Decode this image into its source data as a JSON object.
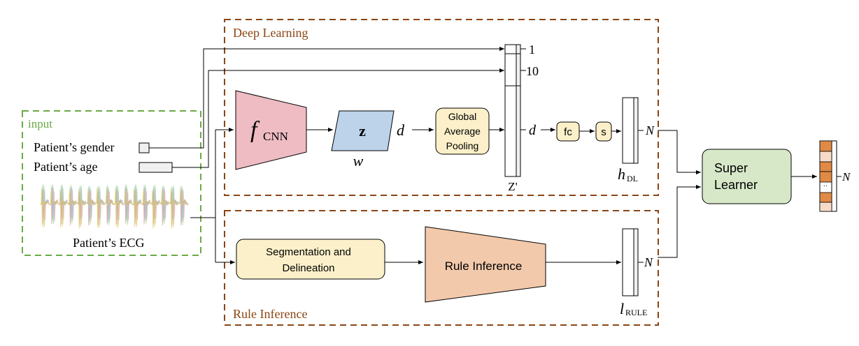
{
  "colors": {
    "frame_brown": "#8b4513",
    "frame_title": "#8b4513",
    "input_green": "#6aaa45",
    "cnn_pink": "#efbcc3",
    "z_blue": "#bcd3ea",
    "pool_yellow": "#fbf0c9",
    "rule_orange": "#f2c9ab",
    "super_green": "#d7e8c8",
    "out_orange": "#e08a45",
    "out_light": "#f7dbc8"
  },
  "deep_learning": {
    "title": "Deep Learning",
    "cnn_f": "f",
    "cnn_sub": "CNN",
    "z": "z",
    "d1": "d",
    "w": "w",
    "pool": "Global Average Pooling",
    "d2": "d",
    "zprime": "Z'",
    "dim1": "1",
    "dim10": "10",
    "fc": "fc",
    "s": "s",
    "n": "N",
    "h": "h",
    "h_sub": "DL"
  },
  "input": {
    "title": "input",
    "gender": "Patient’s gender",
    "age": "Patient’s age",
    "ecg": "Patient’s ECG"
  },
  "rule_inference": {
    "title": "Rule Inference",
    "seg": "Segmentation and Delineation",
    "rule": "Rule Inference",
    "n": "N",
    "l": "l",
    "l_sub": "RULE"
  },
  "super_learner": {
    "label": "Super Learner",
    "n": "N",
    "dots": "··"
  }
}
